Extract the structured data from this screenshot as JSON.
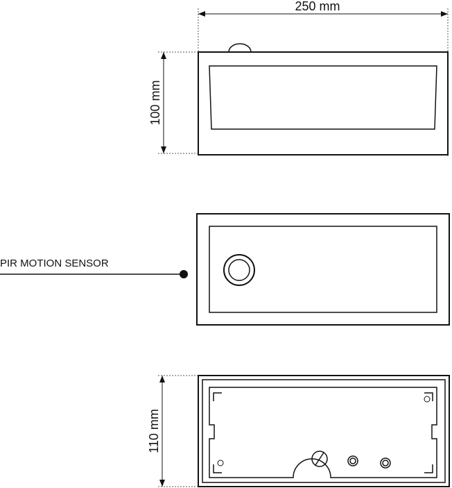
{
  "dimensions": {
    "width": "250 mm",
    "height": "100 mm",
    "depth": "110 mm"
  },
  "callouts": {
    "pir_sensor": "PIR MOTION SENSOR"
  }
}
